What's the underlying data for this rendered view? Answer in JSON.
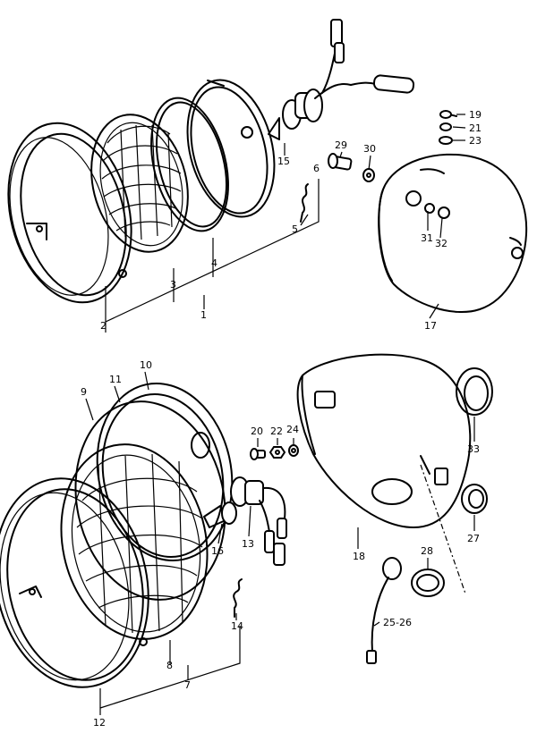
{
  "diagram": {
    "callouts": [
      {
        "id": "c1",
        "text": "1"
      },
      {
        "id": "c2",
        "text": "2"
      },
      {
        "id": "c3",
        "text": "3"
      },
      {
        "id": "c4",
        "text": "4"
      },
      {
        "id": "c5",
        "text": "5"
      },
      {
        "id": "c6",
        "text": "6"
      },
      {
        "id": "c7",
        "text": "7"
      },
      {
        "id": "c8",
        "text": "8"
      },
      {
        "id": "c9",
        "text": "9"
      },
      {
        "id": "c10",
        "text": "10"
      },
      {
        "id": "c11",
        "text": "11"
      },
      {
        "id": "c12",
        "text": "12"
      },
      {
        "id": "c13",
        "text": "13"
      },
      {
        "id": "c14",
        "text": "14"
      },
      {
        "id": "c15",
        "text": "15"
      },
      {
        "id": "c16",
        "text": "16"
      },
      {
        "id": "c17",
        "text": "17"
      },
      {
        "id": "c18",
        "text": "18"
      },
      {
        "id": "c19",
        "text": "19"
      },
      {
        "id": "c20",
        "text": "20"
      },
      {
        "id": "c21",
        "text": "21"
      },
      {
        "id": "c22",
        "text": "22"
      },
      {
        "id": "c23",
        "text": "23"
      },
      {
        "id": "c24",
        "text": "24"
      },
      {
        "id": "c2526",
        "text": "25-26"
      },
      {
        "id": "c27",
        "text": "27"
      },
      {
        "id": "c28",
        "text": "28"
      },
      {
        "id": "c29",
        "text": "29"
      },
      {
        "id": "c30",
        "text": "30"
      },
      {
        "id": "c31",
        "text": "31"
      },
      {
        "id": "c32",
        "text": "32"
      },
      {
        "id": "c33",
        "text": "33"
      }
    ]
  }
}
